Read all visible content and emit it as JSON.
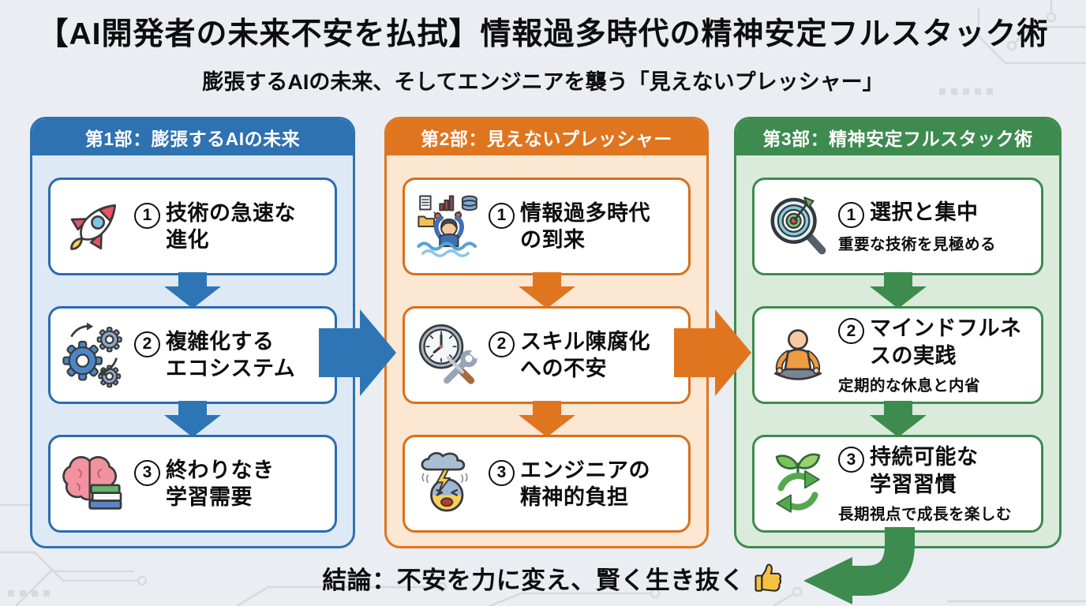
{
  "page": {
    "title": "【AI開発者の未来不安を払拭】情報過多時代の精神安定フルスタック術",
    "subtitle": "膨張するAIの未来、そしてエンジニアを襲う「見えないプレッシャー」",
    "conclusion": "結論：不安を力に変え、賢く生き抜く",
    "conclusion_icon": "thumbs-up-icon"
  },
  "colors": {
    "blue_accent": "#2e72b2",
    "blue_panel_bg": "#dde9f5",
    "orange_accent": "#e0751f",
    "orange_panel_bg": "#fbe7d2",
    "green_accent": "#3d8b4f",
    "green_panel_bg": "#daeadb",
    "page_bg": "#eaedf1",
    "box_bg": "#ffffff",
    "text": "#0d0d0d"
  },
  "panels": [
    {
      "header": "第1部：膨張するAIの未来",
      "boxes": [
        {
          "num": "1",
          "icon": "rocket-icon",
          "title": "技術の急速な\n進化"
        },
        {
          "num": "2",
          "icon": "gears-icon",
          "title": "複雑化する\nエコシステム"
        },
        {
          "num": "3",
          "icon": "brain-books-icon",
          "title": "終わりなき\n学習需要"
        }
      ]
    },
    {
      "header": "第2部：見えないプレッシャー",
      "boxes": [
        {
          "num": "1",
          "icon": "information-overload-icon",
          "title": "情報過多時代\nの到来"
        },
        {
          "num": "2",
          "icon": "clock-tools-icon",
          "title": "スキル陳腐化\nへの不安"
        },
        {
          "num": "3",
          "icon": "storm-stress-icon",
          "title": "エンジニアの\n精神的負担"
        }
      ]
    },
    {
      "header": "第3部：精神安定フルスタック術",
      "boxes": [
        {
          "num": "1",
          "icon": "target-magnifier-icon",
          "title": "選択と集中",
          "subtitle": "重要な技術を見極める"
        },
        {
          "num": "2",
          "icon": "meditation-icon",
          "title": "マインドフルネ\nスの実践",
          "subtitle": "定期的な休息と内省"
        },
        {
          "num": "3",
          "icon": "sustainable-growth-icon",
          "title": "持続可能な\n学習習慣",
          "subtitle": "長期視点で成長を楽しむ"
        }
      ]
    }
  ]
}
